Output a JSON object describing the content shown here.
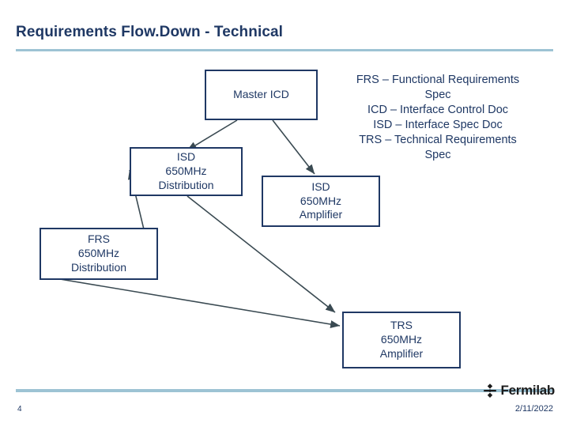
{
  "slide": {
    "title": "Requirements Flow.Down - Technical",
    "page_number": "4",
    "date": "2/11/2022",
    "logo_text": "Fermilab"
  },
  "legend": {
    "lines": [
      "FRS – Functional Requirements",
      "Spec",
      "ICD – Interface Control Doc",
      "ISD – Interface Spec Doc",
      "TRS – Technical Requirements",
      "Spec"
    ]
  },
  "boxes": [
    {
      "id": "master-icd",
      "lines": [
        "Master ICD"
      ]
    },
    {
      "id": "isd-650mhz-distribution",
      "lines": [
        "ISD",
        "650MHz",
        "Distribution"
      ]
    },
    {
      "id": "isd-650mhz-amplifier",
      "lines": [
        "ISD",
        "650MHz",
        "Amplifier"
      ]
    },
    {
      "id": "frs-650mhz-distribution",
      "lines": [
        "FRS",
        "650MHz",
        "Distribution"
      ]
    },
    {
      "id": "trs-650mhz-amplifier",
      "lines": [
        "TRS",
        "650MHz",
        "Amplifier"
      ]
    }
  ],
  "colors": {
    "box_border": "#1f3864",
    "text": "#1f3864",
    "rule": "#9dc3d4",
    "arrow": "#3a4a52"
  }
}
